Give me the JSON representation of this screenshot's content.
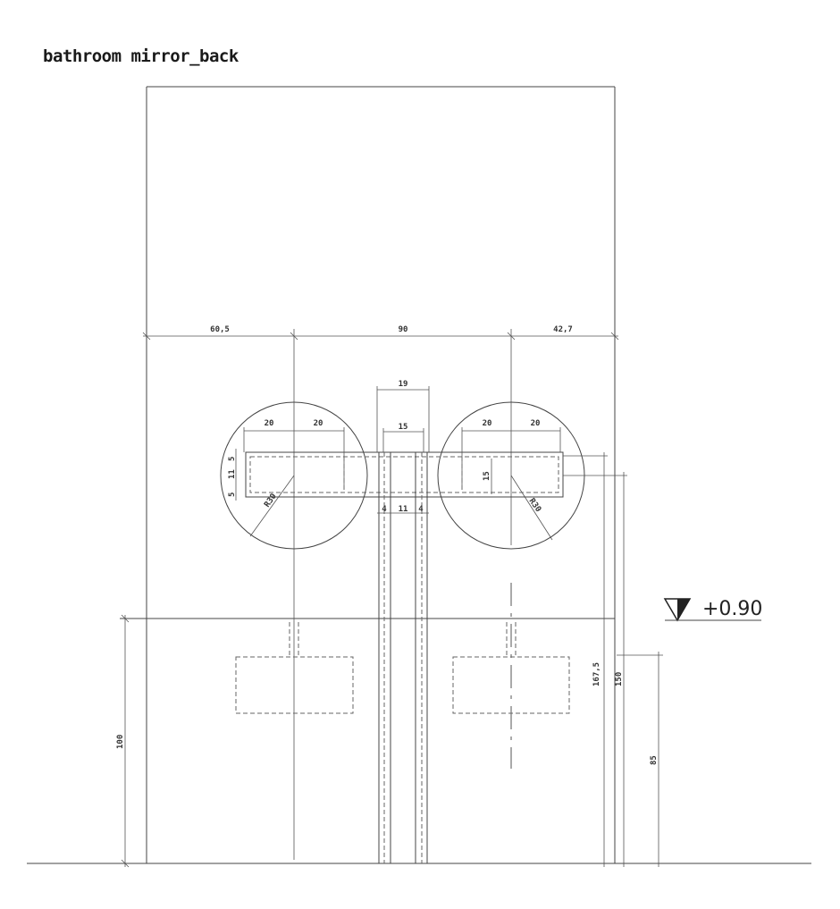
{
  "title": "bathroom mirror_back",
  "level_marker": "+0.90",
  "dimensions": {
    "left_offset": "60,5",
    "mid_span": "90",
    "right_offset": "42,7",
    "post_outer": "19",
    "post_inner": "15",
    "arm_left_1": "20",
    "arm_left_2": "20",
    "arm_right_1": "20",
    "arm_right_2": "20",
    "arm_side_a": "5",
    "arm_height": "11",
    "arm_side_b": "5",
    "right_arm_height": "15",
    "post_wall_l": "4",
    "post_gap": "11",
    "post_wall_r": "4",
    "radius_left": "R30",
    "radius_right": "R30",
    "height_counter": "100",
    "height_upper": "167,5",
    "height_mid": "150",
    "height_low": "85"
  }
}
